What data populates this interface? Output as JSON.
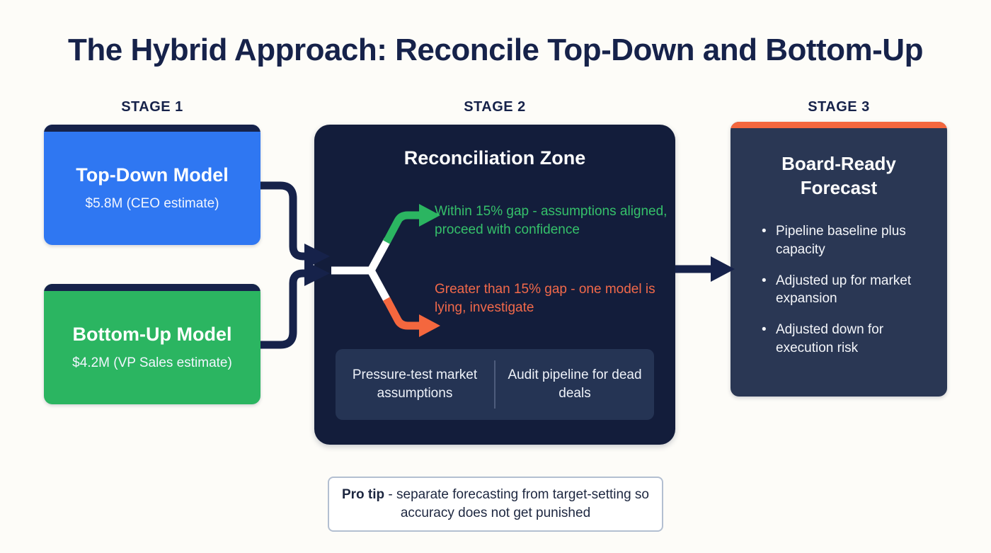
{
  "title": "The Hybrid Approach: Reconcile Top-Down and Bottom-Up",
  "colors": {
    "background": "#fdfcf8",
    "navy": "#16224a",
    "recon_bg": "#131d3b",
    "board_bg": "#2a3754",
    "blue": "#2f77f2",
    "green": "#2bb561",
    "orange": "#f4673e",
    "green_text": "#35c06a",
    "orange_text": "#f2694a",
    "connector": "#16224a"
  },
  "stages": {
    "stage1": {
      "label": "STAGE 1",
      "cards": [
        {
          "id": "top-down",
          "title": "Top-Down Model",
          "subtitle": "$5.8M (CEO estimate)",
          "color": "#2f77f2"
        },
        {
          "id": "bottom-up",
          "title": "Bottom-Up Model",
          "subtitle": "$4.2M (VP Sales estimate)",
          "color": "#2bb561"
        }
      ]
    },
    "stage2": {
      "label": "STAGE 2",
      "title": "Reconciliation Zone",
      "branches": [
        {
          "id": "aligned",
          "text": "Within 15% gap - assumptions aligned, proceed with confidence",
          "color": "#35c06a"
        },
        {
          "id": "divergent",
          "text": "Greater than 15% gap - one model is lying, investigate",
          "color": "#f2694a"
        }
      ],
      "actions": [
        "Pressure-test market assumptions",
        "Audit pipeline for dead deals"
      ]
    },
    "stage3": {
      "label": "STAGE 3",
      "title": "Board-Ready Forecast",
      "bullets": [
        "Pipeline baseline plus capacity",
        "Adjusted up for market expansion",
        "Adjusted down for execution risk"
      ]
    }
  },
  "pro_tip": {
    "label": "Pro tip",
    "body": " - separate forecasting from target-setting so accuracy does not get punished"
  }
}
